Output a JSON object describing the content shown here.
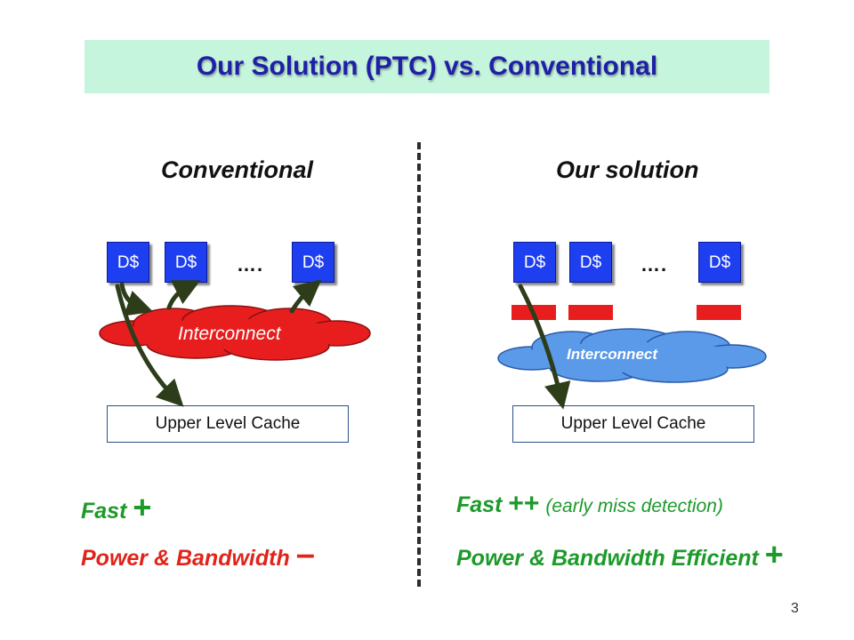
{
  "title": "Our Solution (PTC) vs. Conventional",
  "left": {
    "heading": "Conventional",
    "dcache_label": "D$",
    "dots": "….",
    "interconnect": "Interconnect",
    "upper_cache": "Upper Level Cache",
    "line1_text": "Fast",
    "line1_sign": "+",
    "line2_text": "Power & Bandwidth",
    "line2_sign": "–"
  },
  "right": {
    "heading": "Our solution",
    "dcache_label": "D$",
    "dots": "….",
    "interconnect": "Interconnect",
    "upper_cache": "Upper Level Cache",
    "line1_text": "Fast",
    "line1_sign": "++",
    "line1_note": "(early miss detection)",
    "line2_text": "Power & Bandwidth Efficient",
    "line2_sign": "+"
  },
  "page_number": "3",
  "colors": {
    "title_bg": "#c6f5dd",
    "title_text": "#1f1fa8",
    "dcache": "#1e3ff0",
    "interconnect_conventional": "#e81e1e",
    "interconnect_ours": "#5a9ae8",
    "ptc_filter": "#e81e1e",
    "arrow": "#2d3d1a",
    "good": "#1c9a2a",
    "bad": "#e0241b"
  }
}
